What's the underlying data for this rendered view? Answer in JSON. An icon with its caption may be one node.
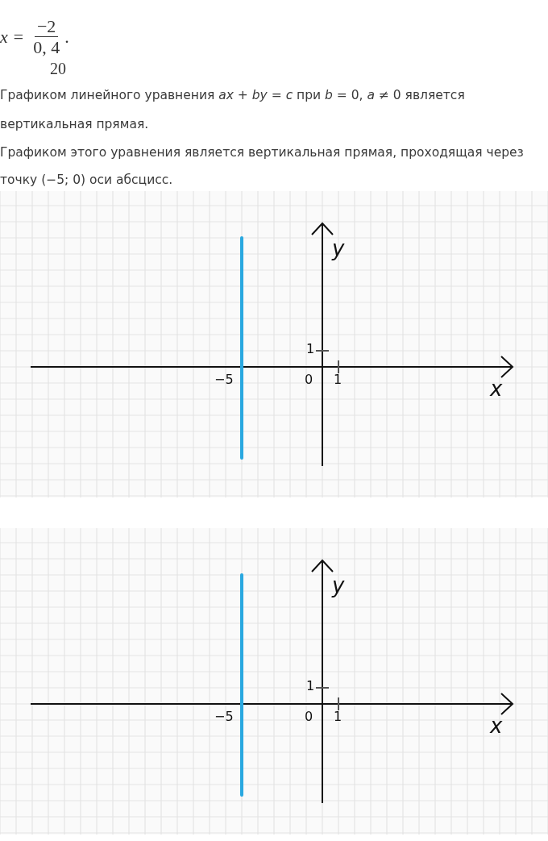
{
  "diagram": {
    "labels": [
      "x =",
      "−2",
      "0, 4",
      ".",
      "20",
      "Графиком линейного уравнения *ax* + *by* = *c* при *b* = 0,  *a* ≠ 0 является вертикальная прямая.",
      "Графиком этого уравнения является вертикальная прямая, проходящая через точку (−5; 0) оси абсцисс.",
      "y",
      "1",
      "−5",
      "0",
      "1",
      "x",
      "y",
      "1",
      "−5",
      "0",
      "1",
      "x"
    ]
  }
}
